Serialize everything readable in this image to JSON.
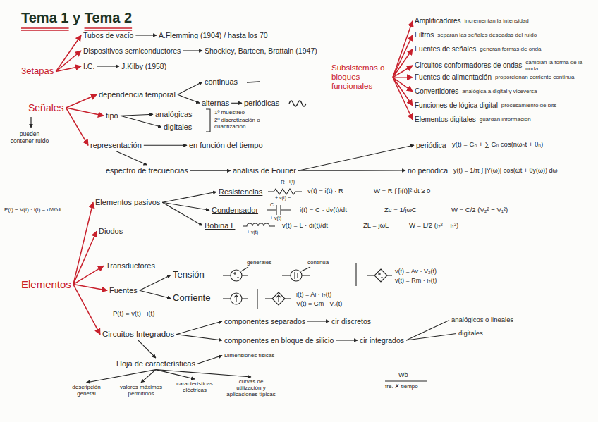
{
  "diagram": {
    "title": "Tema 1 y Tema 2",
    "nodes": [
      {
        "text": [
          "3etapas"
        ]
      },
      {
        "text": [
          "Tubos de vacío"
        ]
      },
      {
        "text": [
          "A.Flemming (1904) / hasta los 70"
        ]
      },
      {
        "text": [
          "Dispositivos semiconductores"
        ]
      },
      {
        "text": [
          "Shockley, Barteen, Brattain (1947)"
        ]
      },
      {
        "text": [
          "I.C."
        ]
      },
      {
        "text": [
          "J.Kilby (1958)"
        ]
      },
      {
        "text": [
          "Señales"
        ]
      },
      {
        "text": [
          "dependencia temporal"
        ]
      },
      {
        "text": [
          "continuas"
        ]
      },
      {
        "text": [
          "alternas"
        ]
      },
      {
        "text": [
          "periódicas"
        ]
      },
      {
        "text": [
          "tipo"
        ]
      },
      {
        "text": [
          "analógicas"
        ]
      },
      {
        "text": [
          "digitales"
        ]
      },
      {
        "text": [
          "representación"
        ]
      },
      {
        "text": [
          "en función del tiempo"
        ]
      },
      {
        "text": [
          "espectro de frecuencias"
        ]
      },
      {
        "text": [
          "análisis de Fourier"
        ]
      },
      {
        "text": [
          "periódica"
        ]
      },
      {
        "text": [
          "no periódica"
        ]
      },
      {
        "text": [
          "Subsistemas o bloques funcionales"
        ]
      },
      {
        "text": [
          "Amplificadores",
          "incrementan la intensidad"
        ]
      },
      {
        "text": [
          "Filtros",
          "separan las señales deseadas del ruido"
        ]
      },
      {
        "text": [
          "Fuentes de señales",
          "generan formas de onda"
        ]
      },
      {
        "text": [
          "Circuitos conformadores de ondas",
          "cambian la forma de la onda"
        ]
      },
      {
        "text": [
          "Fuentes de alimentación",
          "proporcionan corriente continua"
        ]
      },
      {
        "text": [
          "Convertidores",
          "analógica a digital y viceversa"
        ]
      },
      {
        "text": [
          "Funciones de lógica digital",
          "procesamiento de bits"
        ]
      },
      {
        "text": [
          "Elementos digitales",
          "guardan información"
        ]
      },
      {
        "text": [
          "Elementos"
        ]
      },
      {
        "text": [
          "Elementos pasivos"
        ]
      },
      {
        "text": [
          "Diodos"
        ]
      },
      {
        "text": [
          "Transductores"
        ]
      },
      {
        "text": [
          "Fuentes"
        ]
      },
      {
        "text": [
          "Circuitos Integrados"
        ]
      },
      {
        "text": [
          "Resistencias"
        ]
      },
      {
        "text": [
          "Condensador"
        ]
      },
      {
        "text": [
          "Bobina L"
        ]
      },
      {
        "text": [
          "Tensión"
        ]
      },
      {
        "text": [
          "Corriente"
        ]
      },
      {
        "text": [
          "componentes separados"
        ]
      },
      {
        "text": [
          "cir discretos"
        ]
      },
      {
        "text": [
          "componentes en bloque de silicio"
        ]
      },
      {
        "text": [
          "cir integrados"
        ]
      },
      {
        "text": [
          "analógicos o lineales"
        ]
      },
      {
        "text": [
          "digitales"
        ]
      },
      {
        "text": [
          "Hoja de características"
        ]
      },
      {
        "text": [
          "Dimensiones físicas"
        ]
      },
      {
        "text": [
          "descripción general"
        ]
      },
      {
        "text": [
          "valores máximos permitidos"
        ]
      },
      {
        "text": [
          "características eléctricas"
        ]
      },
      {
        "text": [
          "curvas de utilización y aplicaciones típicas"
        ]
      }
    ],
    "edges": [
      {
        "from": 0,
        "to": 1,
        "arrow": "to"
      },
      {
        "from": 0,
        "to": 3,
        "arrow": "to"
      },
      {
        "from": 0,
        "to": 5,
        "arrow": "to"
      },
      {
        "from": 1,
        "to": 2,
        "arrow": "to"
      },
      {
        "from": 3,
        "to": 4,
        "arrow": "to"
      },
      {
        "from": 5,
        "to": 6,
        "arrow": "to"
      },
      {
        "from": 7,
        "to": 8,
        "arrow": "to"
      },
      {
        "from": 7,
        "to": 12,
        "arrow": "to"
      },
      {
        "from": 7,
        "to": 15,
        "arrow": "to"
      },
      {
        "from": 8,
        "to": 9,
        "arrow": "to"
      },
      {
        "from": 8,
        "to": 10,
        "arrow": "to"
      },
      {
        "from": 10,
        "to": 11,
        "arrow": "to"
      },
      {
        "from": 12,
        "to": 13,
        "arrow": "to"
      },
      {
        "from": 12,
        "to": 14,
        "arrow": "to"
      },
      {
        "from": 15,
        "to": 16,
        "arrow": "to"
      },
      {
        "from": 15,
        "to": 17,
        "arrow": "to"
      },
      {
        "from": 17,
        "to": 18,
        "arrow": "to"
      },
      {
        "from": 18,
        "to": 19,
        "arrow": "to"
      },
      {
        "from": 18,
        "to": 20,
        "arrow": "to"
      },
      {
        "from": 21,
        "to": 22,
        "arrow": "to"
      },
      {
        "from": 21,
        "to": 23,
        "arrow": "to"
      },
      {
        "from": 21,
        "to": 24,
        "arrow": "to"
      },
      {
        "from": 21,
        "to": 25,
        "arrow": "to"
      },
      {
        "from": 21,
        "to": 26,
        "arrow": "to"
      },
      {
        "from": 21,
        "to": 27,
        "arrow": "to"
      },
      {
        "from": 21,
        "to": 28,
        "arrow": "to"
      },
      {
        "from": 21,
        "to": 29,
        "arrow": "to"
      },
      {
        "from": 30,
        "to": 31,
        "arrow": "to"
      },
      {
        "from": 30,
        "to": 32,
        "arrow": "to"
      },
      {
        "from": 30,
        "to": 33,
        "arrow": "to"
      },
      {
        "from": 30,
        "to": 34,
        "arrow": "to"
      },
      {
        "from": 30,
        "to": 35,
        "arrow": "to"
      },
      {
        "from": 31,
        "to": 36,
        "arrow": "to"
      },
      {
        "from": 31,
        "to": 37,
        "arrow": "to"
      },
      {
        "from": 31,
        "to": 38,
        "arrow": "to"
      },
      {
        "from": 34,
        "to": 39,
        "arrow": "to"
      },
      {
        "from": 34,
        "to": 40,
        "arrow": "to"
      },
      {
        "from": 35,
        "to": 41,
        "arrow": "to"
      },
      {
        "from": 35,
        "to": 43,
        "arrow": "to"
      },
      {
        "from": 41,
        "to": 42,
        "arrow": "to"
      },
      {
        "from": 43,
        "to": 44,
        "arrow": "to"
      },
      {
        "from": 44,
        "to": 45,
        "arrow": "none"
      },
      {
        "from": 44,
        "to": 46,
        "arrow": "none"
      },
      {
        "from": 35,
        "to": 47,
        "arrow": "to"
      },
      {
        "from": 47,
        "to": 48,
        "arrow": "to"
      },
      {
        "from": 47,
        "to": 49,
        "arrow": "to"
      },
      {
        "from": 47,
        "to": 50,
        "arrow": "to"
      },
      {
        "from": 47,
        "to": 51,
        "arrow": "to"
      },
      {
        "from": 47,
        "to": 52,
        "arrow": "to"
      }
    ],
    "labels": [
      "pueden contener ruido",
      "1º muestreo",
      "2º discretización o cuantización",
      "y(t) = C₀ + ∑ Cₙ cos(nω₀t + θₙ)",
      "y(t) = 1/π ∫ |Y(ω)| cos(ωt + θy(ω)) dω",
      "P(t) − V(t) · i(t) = dW/dt",
      "R",
      "i(t)",
      "+ v(t) −",
      "v(t) = i(t) · R",
      "W = R ∫ [i(t)]² dt ≥ 0",
      "C",
      "+ v(t) −",
      "i(t) = C · dv(t)/dt",
      "Zc = 1/jωC",
      "W = C/2 (V₂² − V₁²)",
      "+ v(t) −",
      "v(t) = L · di(t)/dt",
      "ZL = jωL",
      "W = L/2 (i₂² − i₁²)",
      "generales",
      "continua",
      "v(t) = Av · V₂(t)",
      "v(t) = Rm · i₂(t)",
      "i(t) = Ai · i₂(t)",
      "V(t) = Gm · V₂(t)",
      "P(t) = v(t) · i(t)",
      "Wb",
      "fre. ✗ tiempo"
    ]
  }
}
